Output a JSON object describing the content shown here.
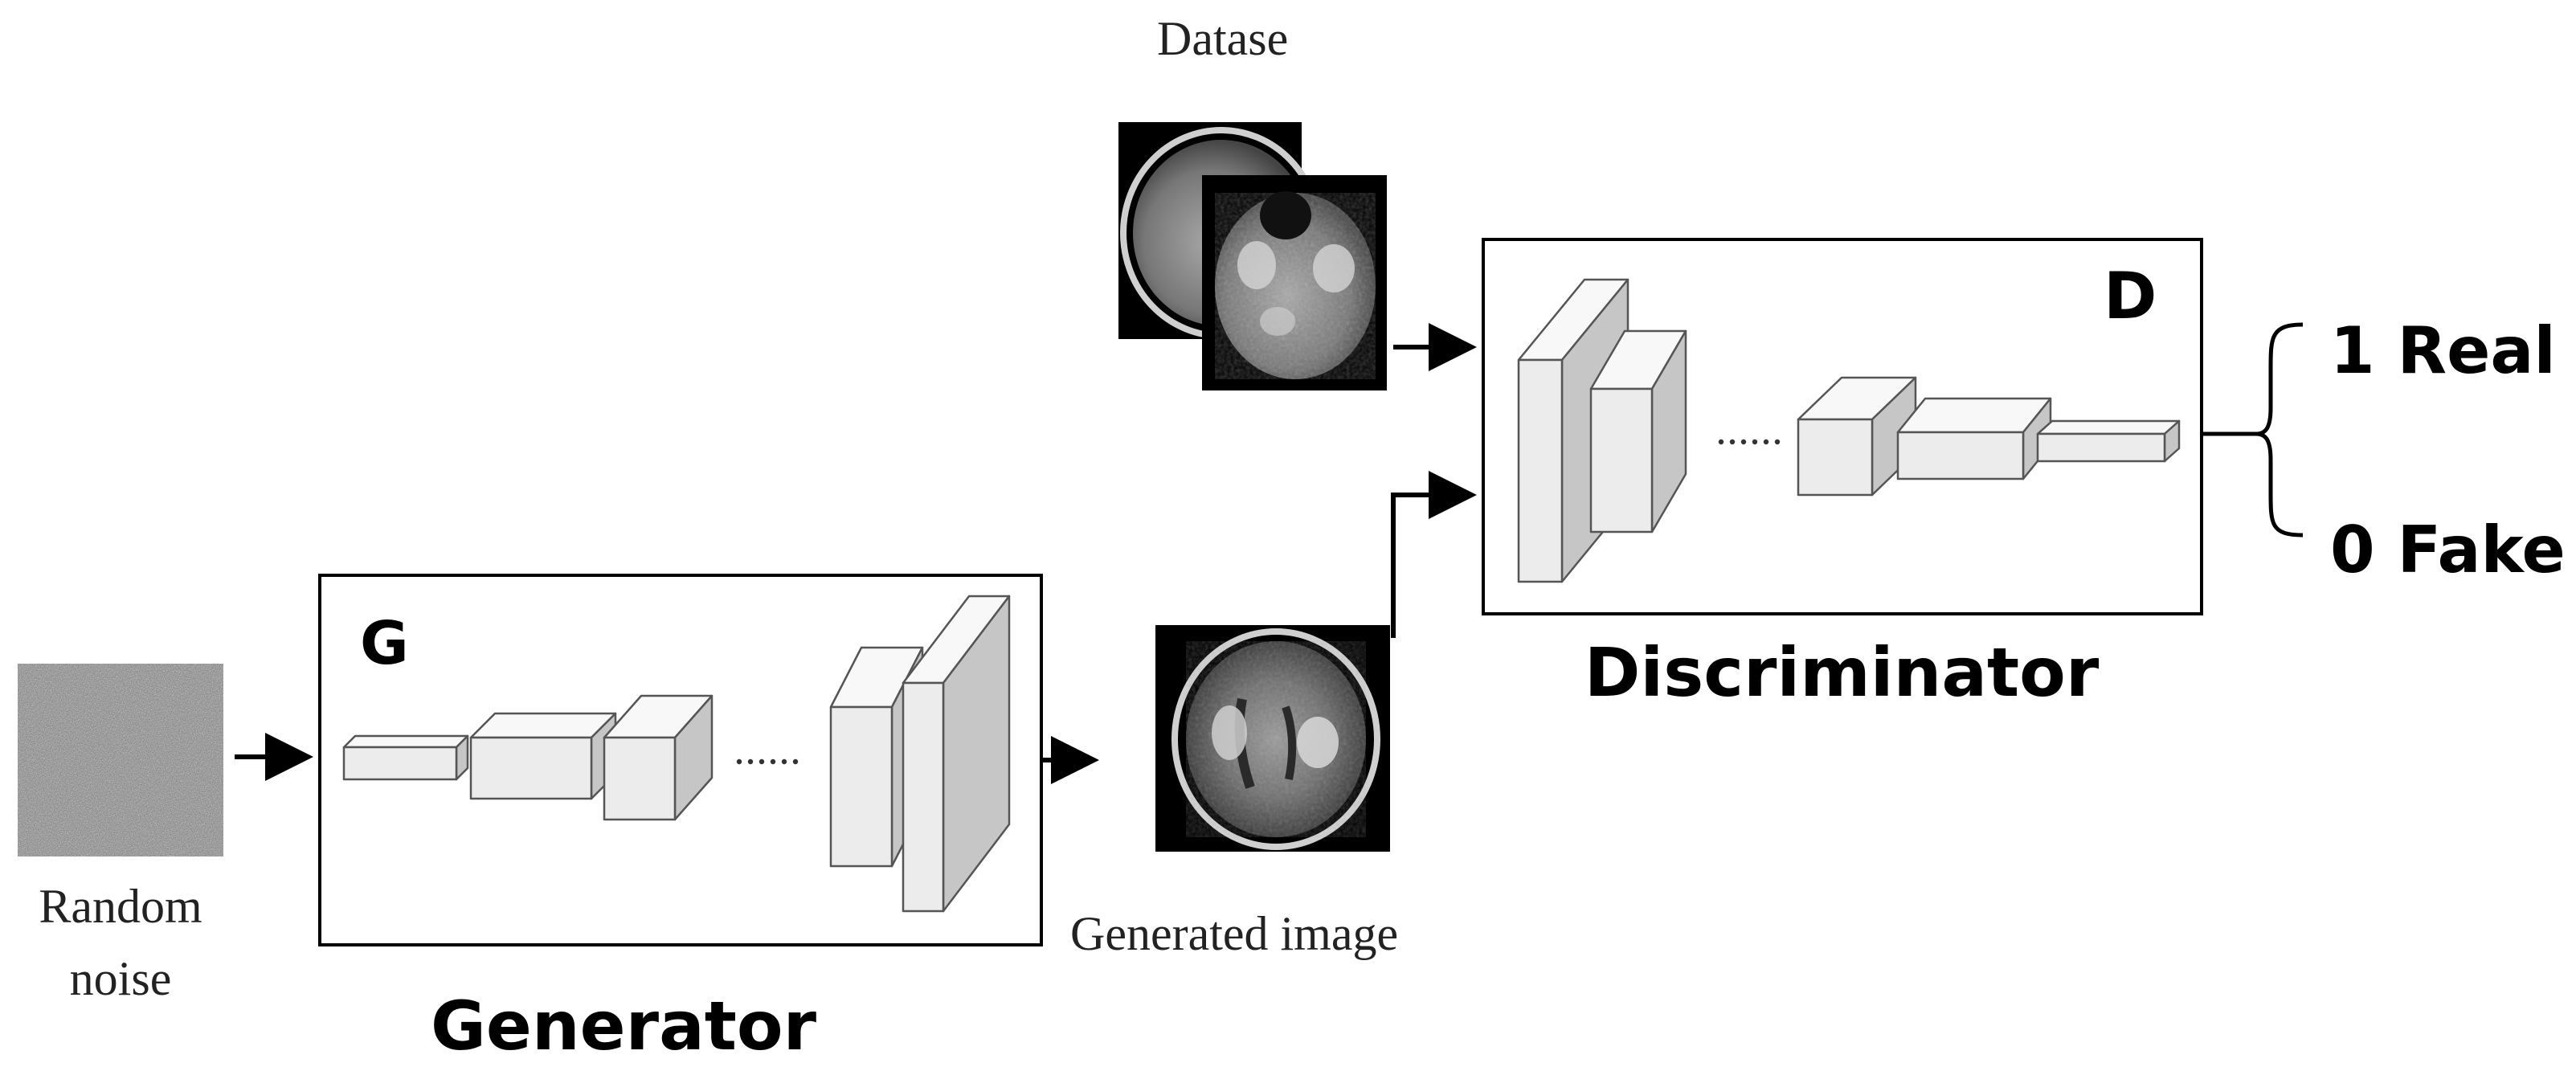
{
  "dataset_label": "Datase",
  "noise_label_line1": "Random",
  "noise_label_line2": "noise",
  "generated_image_label": "Generated image",
  "generator_letter": "G",
  "generator_title": "Generator",
  "discriminator_letter": "D",
  "discriminator_title": "Discriminator",
  "output_real": "1 Real",
  "output_fake": "0 Fake",
  "colors": {
    "line": "#000000",
    "block_front": "#ececec",
    "block_top": "#f8f8f8",
    "block_side": "#c6c6c6",
    "block_edge": "#555555"
  }
}
